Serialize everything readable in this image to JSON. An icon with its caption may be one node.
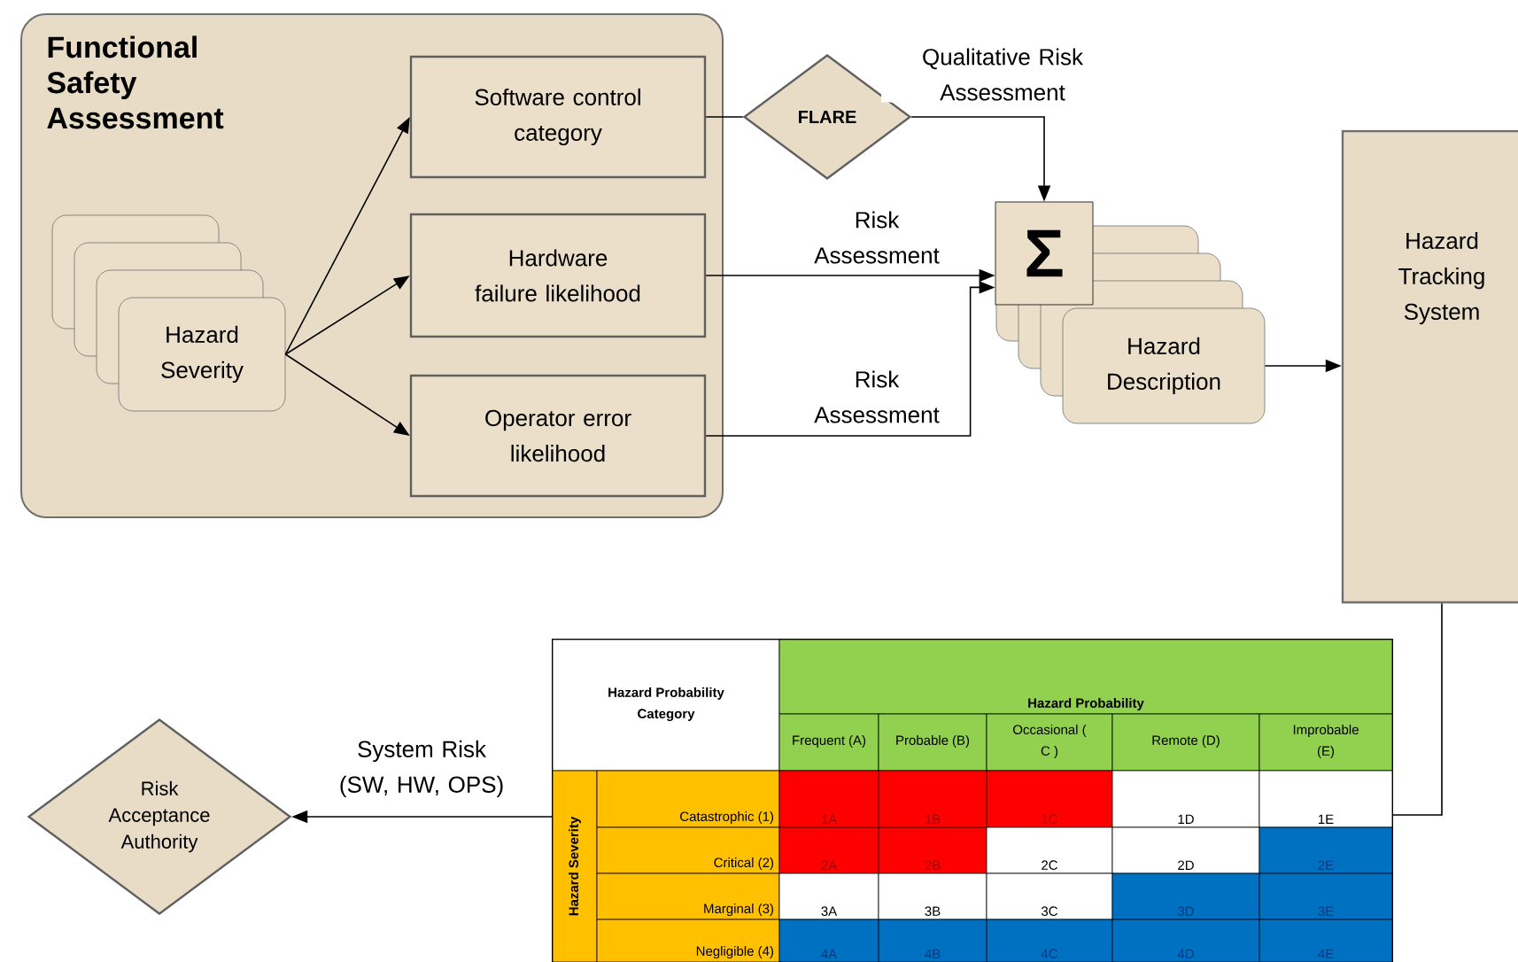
{
  "diagram": {
    "nodes": [
      {
        "text": [
          "Functional Safety Assessment"
        ]
      },
      {
        "text": [
          "Hazard Severity"
        ],
        "in": 0
      },
      {
        "text": [
          "Software control category"
        ],
        "in": 0
      },
      {
        "text": [
          "Hardware failure likelihood"
        ],
        "in": 0
      },
      {
        "text": [
          "Operator error likelihood"
        ],
        "in": 0
      },
      {
        "text": [
          "FLARE"
        ]
      },
      {
        "text": [
          "Σ"
        ]
      },
      {
        "text": [
          "Hazard Description"
        ]
      },
      {
        "text": [
          "Hazard Tracking System"
        ]
      },
      {
        "text": [],
        "shape": "box"
      },
      {
        "text": [
          "Risk Acceptance Authority"
        ]
      }
    ],
    "edges": [
      {
        "from": 1,
        "to": 2,
        "arrow": "to"
      },
      {
        "from": 1,
        "to": 3,
        "arrow": "to"
      },
      {
        "from": 1,
        "to": 4,
        "arrow": "to"
      },
      {
        "from": 2,
        "to": 5,
        "arrow": "none"
      },
      {
        "from": 5,
        "to": 6,
        "arrow": "to",
        "label": "Qualitative Risk Assessment"
      },
      {
        "from": 3,
        "to": 6,
        "arrow": "to",
        "label": "Risk Assessment"
      },
      {
        "from": 4,
        "to": 6,
        "arrow": "to",
        "label": "Risk Assessment"
      },
      {
        "from": 7,
        "to": 8,
        "arrow": "to"
      },
      {
        "from": 8,
        "to": 9,
        "arrow": "none"
      },
      {
        "from": 9,
        "to": 10,
        "arrow": "to",
        "label": "System Risk (SW, HW, OPS)"
      }
    ],
    "labels": [
      "Hazard Probability Category",
      "Hazard Probability",
      "Frequent (A)",
      "Probable (B)",
      "Occasional ( C )",
      "Remote (D)",
      "Improbable (E)",
      "Hazard Severity",
      "Catastrophic (1)",
      "1A",
      "1B",
      "1C",
      "1D",
      "1E",
      "Critical (2)",
      "2A",
      "2B",
      "2C",
      "2D",
      "2E",
      "Marginal (3)",
      "3A",
      "3B",
      "3C",
      "3D",
      "3E",
      "Negligible (4)",
      "4A",
      "4B",
      "4C",
      "4D",
      "4E"
    ]
  }
}
